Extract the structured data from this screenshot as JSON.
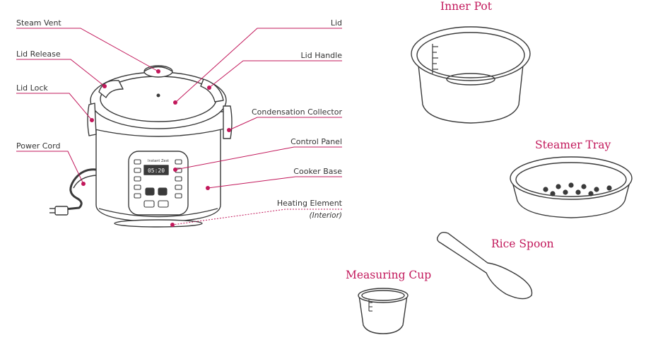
{
  "colors": {
    "accent": "#c2185b",
    "outline": "#3a3a3a",
    "text": "#333333"
  },
  "cooker_labels": {
    "steam_vent": "Steam Vent",
    "lid_release": "Lid Release",
    "lid_lock": "Lid Lock",
    "power_cord": "Power Cord",
    "lid": "Lid",
    "lid_handle": "Lid Handle",
    "condensation_collector": "Condensation Collector",
    "control_panel": "Control Panel",
    "cooker_base": "Cooker Base",
    "heating_element": "Heating Element",
    "heating_element_note": "(Interior)"
  },
  "accessories": {
    "inner_pot": "Inner Pot",
    "steamer_tray": "Steamer Tray",
    "rice_spoon": "Rice Spoon",
    "measuring_cup": "Measuring Cup"
  },
  "control_panel": {
    "brand": "Instant Zest",
    "display": "05:20"
  }
}
